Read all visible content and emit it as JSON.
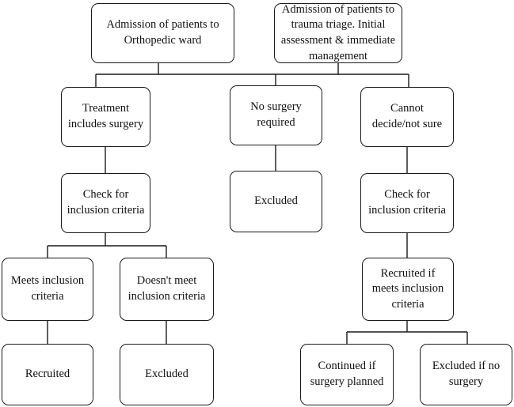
{
  "nodes": {
    "admission_ortho": "Admission of patients to Orthopedic ward",
    "admission_trauma": "Admission of patients to trauma triage. Initial assessment & immediate management",
    "treatment_surgery": "Treatment includes surgery",
    "no_surgery": "No surgery required",
    "cannot_decide": "Cannot decide/not sure",
    "check_inclusion_left": "Check for inclusion criteria",
    "excluded_middle": "Excluded",
    "check_inclusion_right": "Check for inclusion criteria",
    "meets_criteria": "Meets inclusion criteria",
    "doesnt_meet": "Doesn't meet inclusion criteria",
    "recruited_if_meets": "Recruited if meets inclusion criteria",
    "recruited": "Recruited",
    "excluded_left": "Excluded",
    "continued_if_surgery": "Continued if surgery planned",
    "excluded_if_no_surgery": "Excluded if no surgery"
  }
}
